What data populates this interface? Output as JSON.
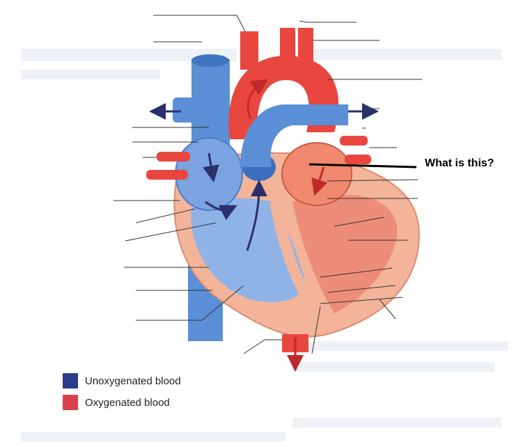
{
  "question": {
    "text": "What is this?"
  },
  "legend": {
    "unoxygenated": {
      "label": "Unoxygenated blood",
      "color": "#2e3a8c"
    },
    "oxygenated": {
      "label": "Oxygenated blood",
      "color": "#d9414a"
    }
  },
  "colors": {
    "vein_blue": "#5b8fd6",
    "artery_red": "#e8463e",
    "myocardium": "#f3b49a",
    "arrow_dark": "#2b2f6b"
  }
}
